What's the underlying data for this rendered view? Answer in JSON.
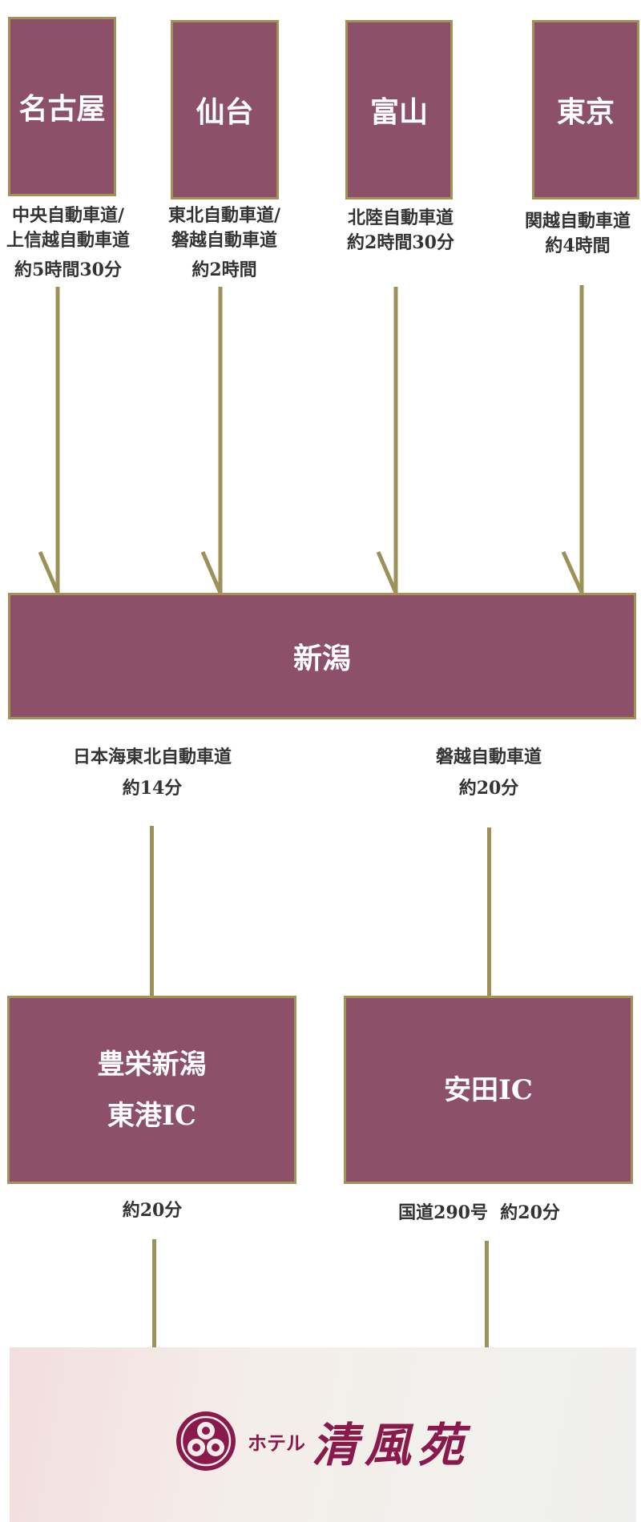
{
  "origins": [
    {
      "name": "名古屋",
      "route_line1": "中央自動車道/",
      "route_line2": "上信越自動車道",
      "time": "約5時間30分"
    },
    {
      "name": "仙台",
      "route_line1": "東北自動車道/",
      "route_line2": "磐越自動車道",
      "time": "約2時間"
    },
    {
      "name": "富山",
      "route_line1": "北陸自動車道",
      "route_line2": "",
      "time": "約2時間30分"
    },
    {
      "name": "東京",
      "route_line1": "関越自動車道",
      "route_line2": "",
      "time": "約4時間"
    }
  ],
  "hub": {
    "name": "新潟"
  },
  "branches": [
    {
      "route": "日本海東北自動車道",
      "time": "約14分",
      "ic_line1": "豊栄新潟",
      "ic_line2": "東港IC",
      "final_leg": "約20分"
    },
    {
      "route": "磐越自動車道",
      "time": "約20分",
      "ic_line1": "安田IC",
      "ic_line2": "",
      "final_leg": "国道290号  約20分"
    }
  ],
  "hotel": {
    "logo_small": "ホテル",
    "logo_name": "清風苑"
  },
  "colors": {
    "box_fill": "#8c5169",
    "box_border": "#a39257",
    "line": "#9c9158",
    "logo": "#8b1a4c"
  }
}
